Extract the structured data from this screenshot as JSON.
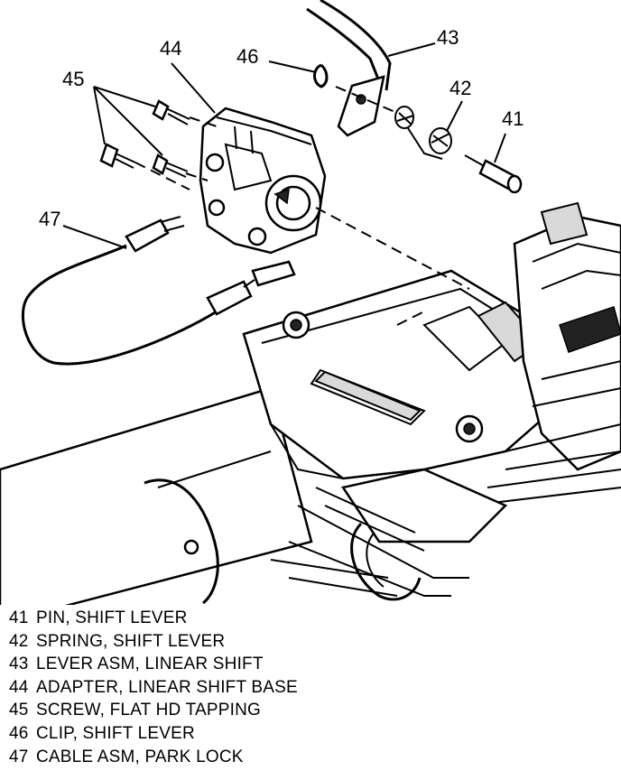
{
  "callouts": {
    "c41": "41",
    "c42": "42",
    "c43": "43",
    "c44": "44",
    "c45": "45",
    "c46": "46",
    "c47": "47"
  },
  "legend": [
    {
      "num": "41",
      "text": "PIN, SHIFT LEVER"
    },
    {
      "num": "42",
      "text": "SPRING, SHIFT LEVER"
    },
    {
      "num": "43",
      "text": "LEVER ASM, LINEAR SHIFT"
    },
    {
      "num": "44",
      "text": "ADAPTER, LINEAR SHIFT BASE"
    },
    {
      "num": "45",
      "text": "SCREW, FLAT HD TAPPING"
    },
    {
      "num": "46",
      "text": "CLIP, SHIFT LEVER"
    },
    {
      "num": "47",
      "text": "CABLE ASM, PARK LOCK"
    }
  ]
}
